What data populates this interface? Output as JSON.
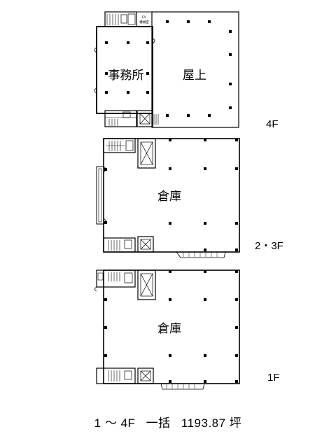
{
  "floor_4": {
    "floor_label": "4F",
    "rooms": [
      "事務所",
      "屋上"
    ],
    "ev_room": [
      "EV",
      "機械室"
    ]
  },
  "floor_2_3": {
    "floor_label": "2・3F",
    "room": "倉庫"
  },
  "floor_1": {
    "floor_label": "1F",
    "room": "倉庫"
  },
  "summary": {
    "floors": "1 ～ 4F",
    "lease_type": "一括",
    "area": "1193.87 坪"
  }
}
